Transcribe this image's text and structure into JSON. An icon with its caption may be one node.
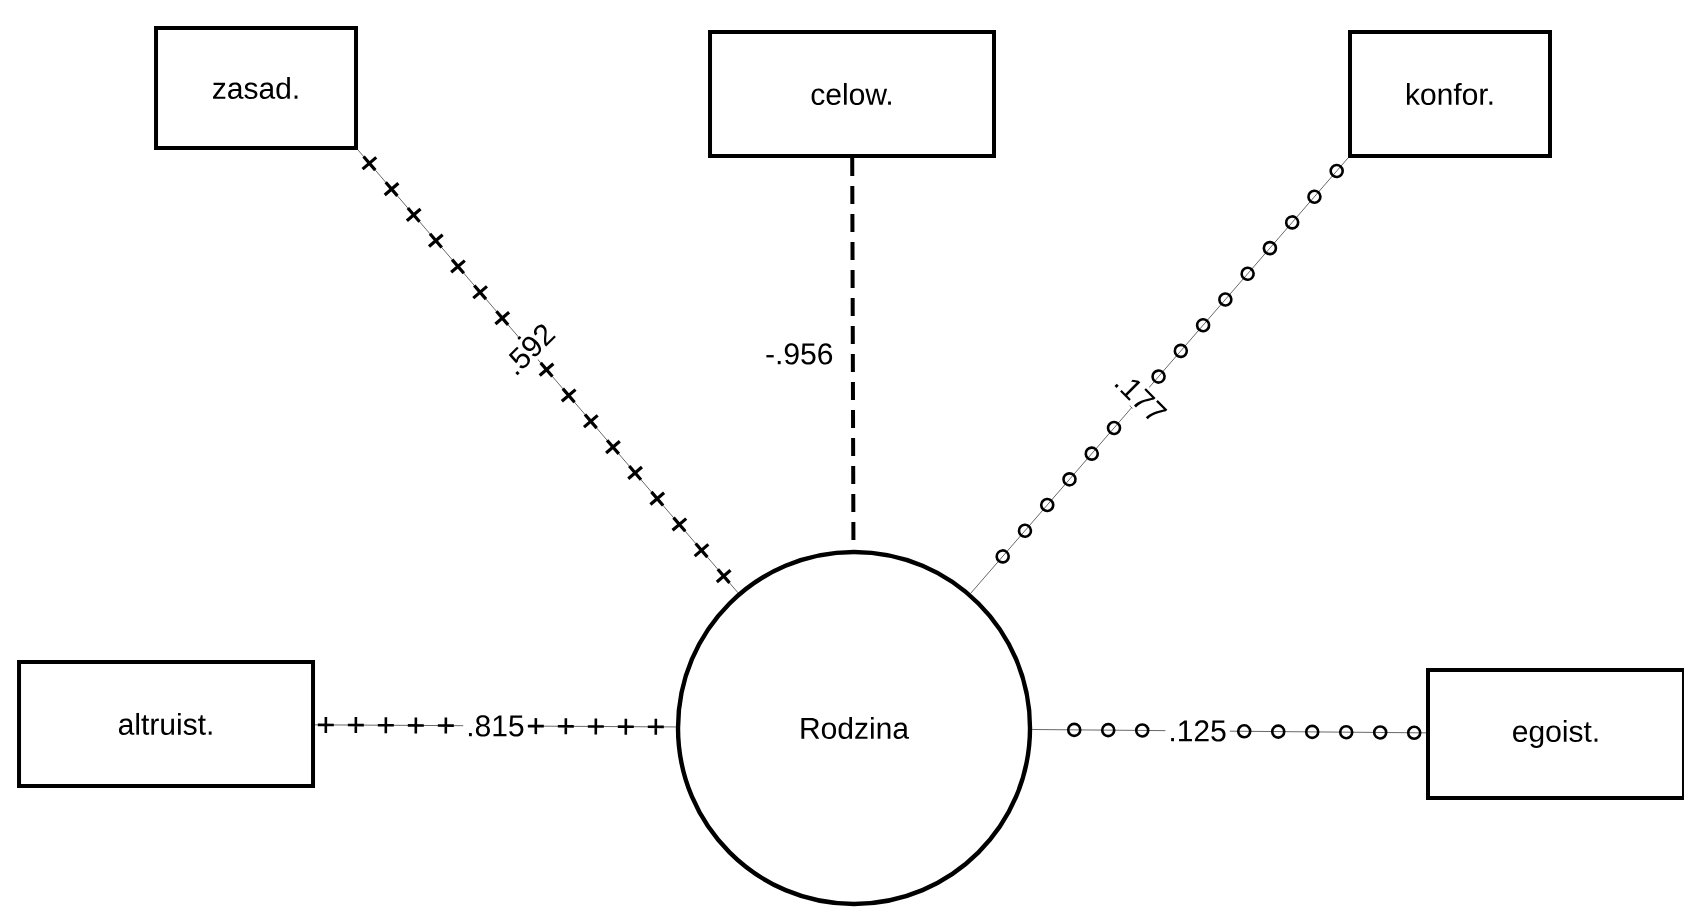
{
  "diagram": {
    "nodes": [
      {
        "text": [
          "zasad."
        ]
      },
      {
        "text": [
          "celow."
        ]
      },
      {
        "text": [
          "konfor."
        ]
      },
      {
        "text": [
          "altruist."
        ]
      },
      {
        "text": [
          "Rodzina"
        ]
      },
      {
        "text": [
          "egoist."
        ]
      }
    ],
    "edges": [
      {
        "from": 0,
        "to": 4,
        "arrow": "none",
        "label": ".592"
      },
      {
        "from": 1,
        "to": 4,
        "arrow": "none",
        "label": "-.956",
        "style": "dashed"
      },
      {
        "from": 2,
        "to": 4,
        "arrow": "none",
        "label": ".177"
      },
      {
        "from": 3,
        "to": 4,
        "arrow": "none",
        "label": ".815"
      },
      {
        "from": 5,
        "to": 4,
        "arrow": "none",
        "label": ".125"
      }
    ]
  }
}
